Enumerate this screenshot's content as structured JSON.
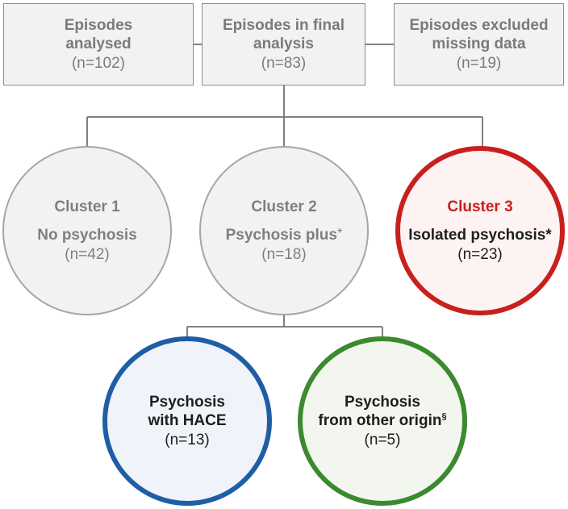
{
  "boxes": {
    "analysed": {
      "line1": "Episodes",
      "line2": "analysed",
      "count": "(n=102)"
    },
    "final": {
      "line1": "Episodes in final",
      "line2": "analysis",
      "count": "(n=83)"
    },
    "excluded": {
      "line1": "Episodes excluded",
      "line2": "missing data",
      "count": "(n=19)"
    }
  },
  "clusters": [
    {
      "title": "Cluster 1",
      "label": "No psychosis",
      "mark": "",
      "count": "(n=42)"
    },
    {
      "title": "Cluster 2",
      "label": "Psychosis plus",
      "mark": "+",
      "count": "(n=18)"
    },
    {
      "title": "Cluster 3",
      "label": "Isolated psychosis*",
      "mark": "",
      "count": "(n=23)"
    }
  ],
  "subclusters": [
    {
      "line1": "Psychosis",
      "line2": "with HACE",
      "mark": "",
      "count": "(n=13)"
    },
    {
      "line1": "Psychosis",
      "line2": "from other origin",
      "mark": "§",
      "count": "(n=5)"
    }
  ],
  "colors": {
    "grey": "#a6a6a6",
    "red": "#c8201f",
    "blue": "#1f5ea5",
    "green": "#3b8a2f",
    "connector": "#808080"
  }
}
